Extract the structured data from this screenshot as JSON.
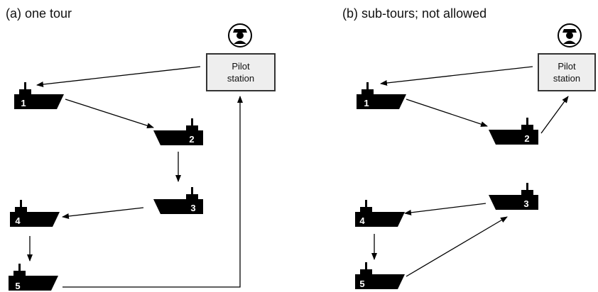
{
  "panels": [
    {
      "title": "(a)  one tour",
      "station": {
        "line1": "Pilot",
        "line2": "station"
      },
      "ships": [
        "1",
        "2",
        "3",
        "4",
        "5"
      ]
    },
    {
      "title": "(b)  sub-tours; not allowed",
      "station": {
        "line1": "Pilot",
        "line2": "station"
      },
      "ships": [
        "1",
        "2",
        "3",
        "4",
        "5"
      ]
    }
  ],
  "colors": {
    "ship": "#000000",
    "arrow": "#000000",
    "station_fill": "#eeeeee",
    "station_border": "#333333"
  },
  "icons": {
    "ship": "ship-icon",
    "pilot": "pilot-avatar-icon"
  }
}
